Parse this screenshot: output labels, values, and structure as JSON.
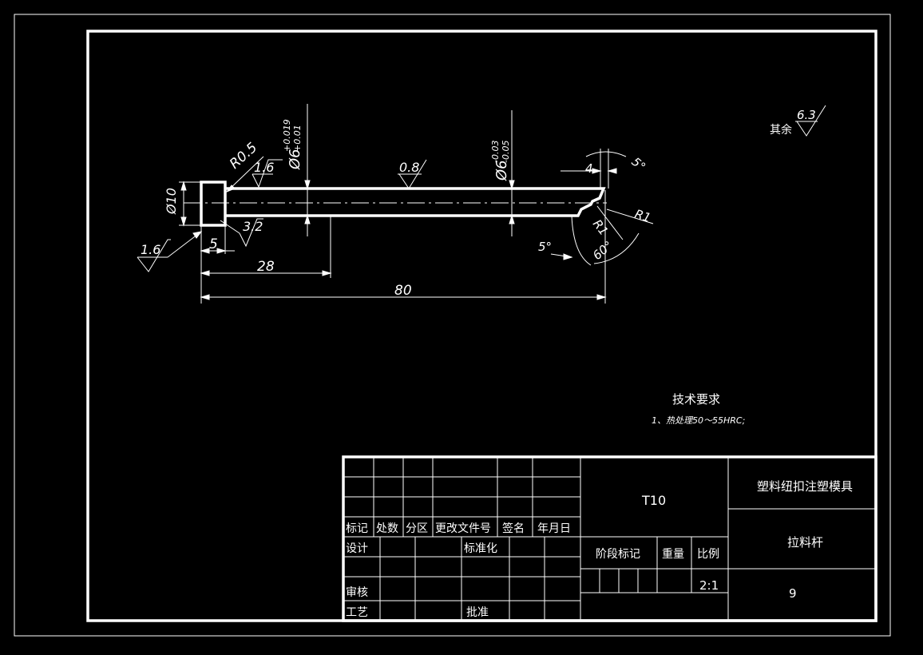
{
  "drawing": {
    "radius_head": "R0.5",
    "dia_head": "Ø10",
    "dia_body": "Ø6",
    "dia_body_tol_upper": "+0.019",
    "dia_body_tol_lower": "+0.01",
    "dia_tip": "Ø6",
    "dia_tip_tol_upper": "-0.03",
    "dia_tip_tol_lower": "-0.05",
    "rough_head_top": "1.6",
    "rough_head_left": "1.6",
    "rough_head_under": "3.2",
    "rough_body": "0.8",
    "rough_other_label": "其余",
    "rough_other_value": "6.3",
    "len_head": "5",
    "len_28": "28",
    "len_80": "80",
    "len_tip": "4",
    "angle_top": "5°",
    "angle_bottom": "5°",
    "angle_60": "60°",
    "radius_r1_a": "R1",
    "radius_r1_b": "R1"
  },
  "tech": {
    "title": "技术要求",
    "line1": "1、热处理50～55HRC;"
  },
  "title_block": {
    "h_mark": "标记",
    "h_count": "处数",
    "h_zone": "分区",
    "h_docno": "更改文件号",
    "h_sign": "签名",
    "h_date": "年月日",
    "design": "设计",
    "standard": "标准化",
    "review": "审核",
    "process": "工艺",
    "approve": "批准",
    "material": "T10",
    "stage": "阶段标记",
    "weight": "重量",
    "scale_label": "比例",
    "scale_value": "2:1",
    "project": "塑料纽扣注塑模具",
    "part": "拉料杆",
    "number": "9"
  }
}
